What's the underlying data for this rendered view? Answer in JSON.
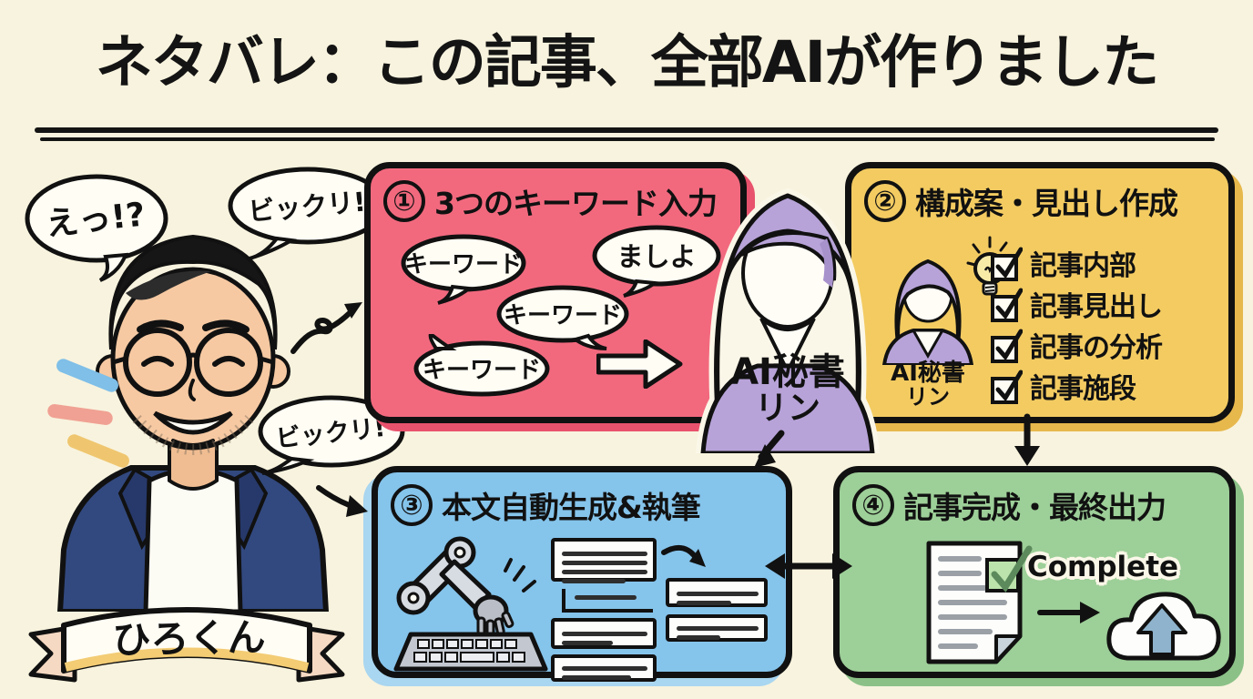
{
  "colors": {
    "background": "#F8F3DE",
    "ink": "#111111",
    "step1_pink": "#F2697E",
    "step2_yellow": "#F3CB61",
    "step3_blue": "#85C4EB",
    "step4_green": "#9DCF98",
    "assistant_purple": "#B7A3D8",
    "blazer_navy": "#32497F",
    "skin": "#F6C9A2",
    "accent_dashes": [
      "#7FBFE8",
      "#F0A193",
      "#EFC66F"
    ]
  },
  "title": {
    "text": "ネタバレ：この記事、全部AIが作りました"
  },
  "character": {
    "banner_name": "ひろくん",
    "bubble_surprise": "えっ!?",
    "bubble_shock_top": "ビックリ!",
    "bubble_shock_mid": "ビックリ!"
  },
  "assistant": {
    "name_line1": "AI秘書",
    "name_line2": "リン"
  },
  "steps": [
    {
      "number": "①",
      "title": "3つのキーワード入力",
      "bubbles": [
        "キーワード",
        "ましよ",
        "キーワード",
        "キーワード"
      ]
    },
    {
      "number": "②",
      "title": "構成案・見出し作成",
      "assistant_line1": "AI秘書",
      "assistant_line2": "リン",
      "checklist": [
        "記事内部",
        "記事見出し",
        "記事の分析",
        "記事施段"
      ]
    },
    {
      "number": "③",
      "title": "本文自動生成&執筆"
    },
    {
      "number": "④",
      "title": "記事完成・最終出力",
      "complete_label": "Complete"
    }
  ]
}
